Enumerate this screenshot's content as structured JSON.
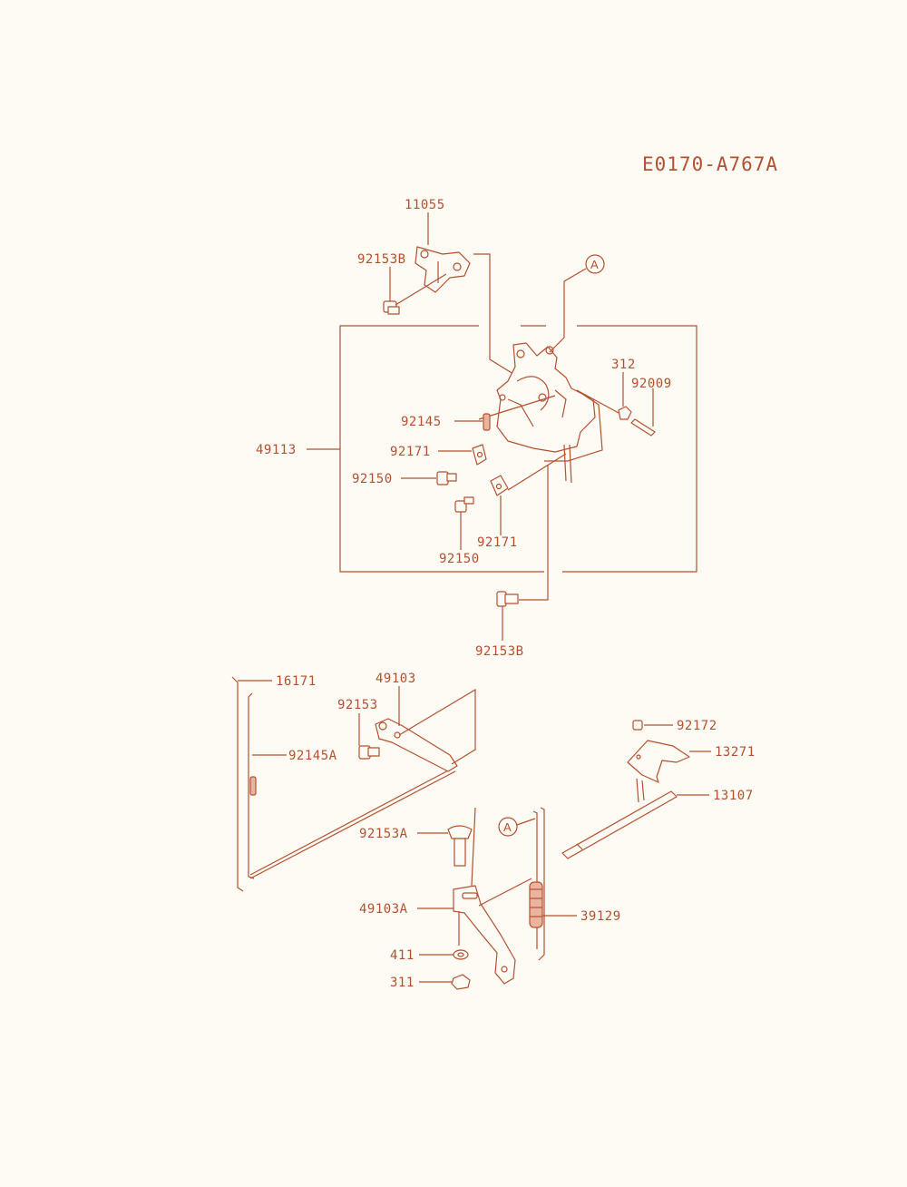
{
  "diagram_code": "E0170-A767A",
  "colors": {
    "ink": "#b4502f",
    "paper": "#fdfbf4"
  },
  "labels": {
    "p11055": "11055",
    "p92153b_top": "92153B",
    "p312": "312",
    "p92009": "92009",
    "p92145": "92145",
    "p49113": "49113",
    "p92171_a": "92171",
    "p92150_a": "92150",
    "p92171_b": "92171",
    "p92150_b": "92150",
    "p92153b_bottom": "92153B",
    "p16171": "16171",
    "p49103": "49103",
    "p92153": "92153",
    "p92145a": "92145A",
    "p92172": "92172",
    "p13271": "13271",
    "p13107": "13107",
    "p92153a": "92153A",
    "p49103a": "49103A",
    "p39129": "39129",
    "p411": "411",
    "p311": "311"
  },
  "callouts": {
    "a_top": "A",
    "a_bottom": "A"
  }
}
